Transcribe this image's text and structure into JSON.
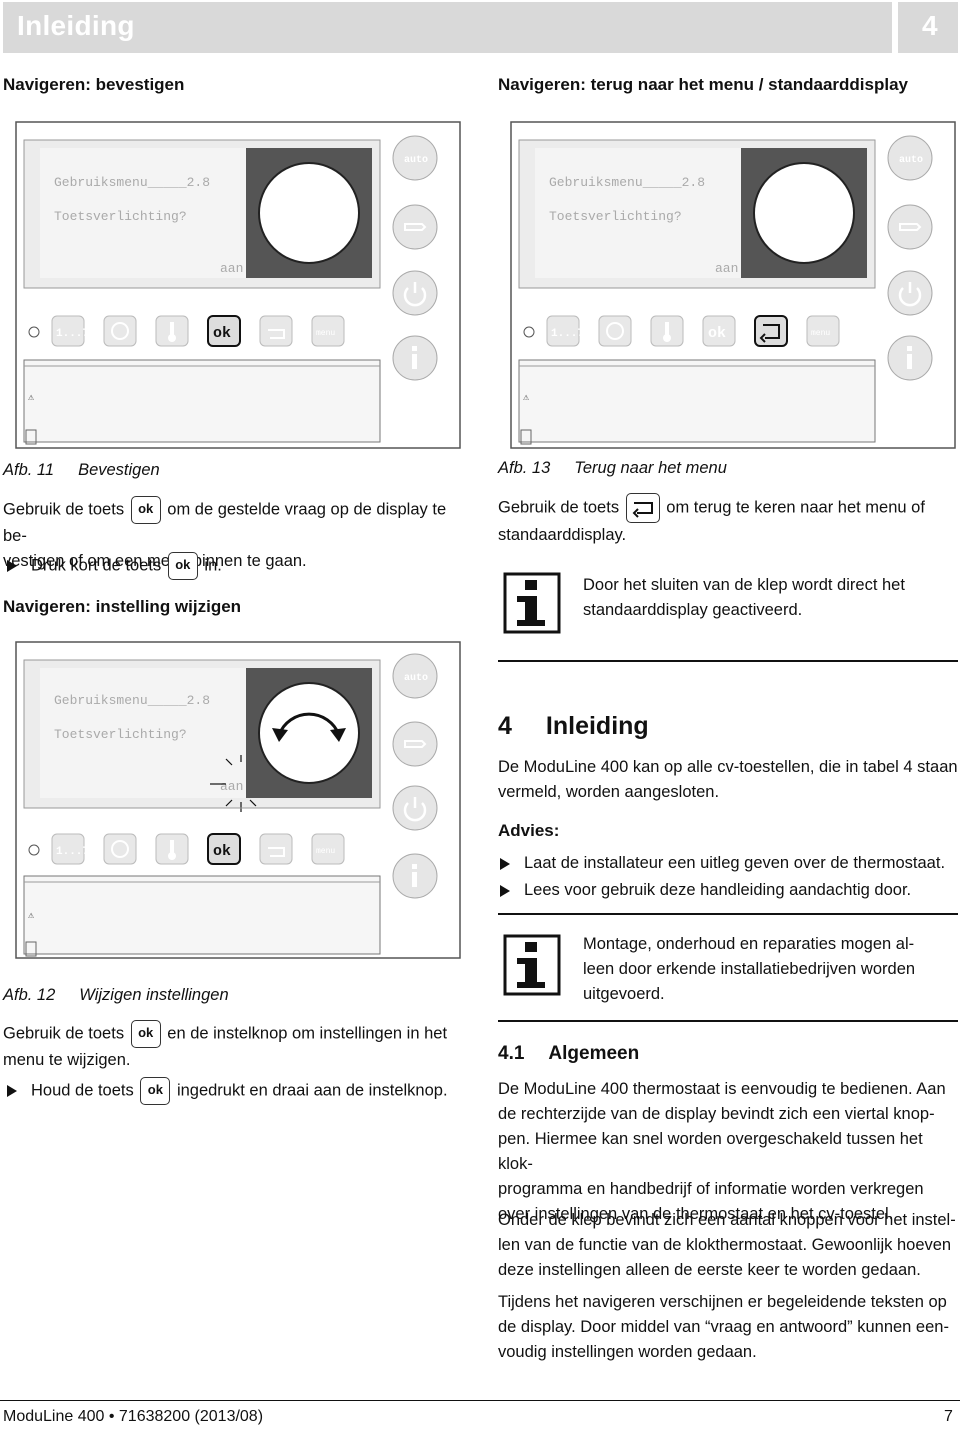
{
  "header": {
    "title": "Inleiding",
    "chapter_number": "4"
  },
  "left_top_heading": "Navigeren: bevestigen",
  "right_top_heading": "Navigeren: terug naar het menu / standaarddisplay",
  "device": {
    "line1": "Gebruiksmenu_____2.8",
    "line2": "Toetsverlichting?",
    "line3": "aan",
    "buttons": {
      "auto": "auto",
      "program": "1...7",
      "ok": "ok",
      "menu": "menu"
    }
  },
  "fig11": {
    "label": "Afb. 11",
    "title": "Bevestigen",
    "text_before": "Gebruik de toets",
    "text_after": "om de gestelde vraag op de display te be-",
    "text_line2": "vestigen of om een menu binnen te gaan.",
    "bullet_before": "Druk kort de toets",
    "bullet_after": "in."
  },
  "instelling_heading": "Navigeren: instelling wijzigen",
  "fig13": {
    "label": "Afb. 13",
    "title": "Terug naar het menu",
    "text_before": "Gebruik de toets",
    "text_after": "om terug te keren naar het menu of",
    "text_line2": "standaarddisplay.",
    "info_line1": "Door het sluiten van de klep wordt direct het",
    "info_line2": "standaarddisplay geactiveerd."
  },
  "fig12": {
    "label": "Afb. 12",
    "title": "Wijzigen instellingen",
    "text_before": "Gebruik de toets",
    "text_after": "en de instelknop om instellingen in het",
    "text_line2": "menu te wijzigen.",
    "bullet_before": "Houd de toets",
    "bullet_after": "ingedrukt en draai aan de instelknop."
  },
  "chapter": {
    "number": "4",
    "title": "Inleiding",
    "intro_l1": "De ModuLine 400 kan op alle cv-toestellen, die in tabel 4 staan",
    "intro_l2": "vermeld, worden aangesloten.",
    "advies_label": "Advies:",
    "bullet1": "Laat de installateur een uitleg geven over de thermostaat.",
    "bullet2": "Lees voor gebruik deze handleiding aandachtig door.",
    "info_l1": "Montage, onderhoud en reparaties mogen al-",
    "info_l2": "leen door erkende installatiebedrijven worden",
    "info_l3": "uitgevoerd."
  },
  "section41": {
    "number": "4.1",
    "title": "Algemeen",
    "p1": [
      "De ModuLine 400 thermostaat is eenvoudig te bedienen. Aan",
      "de rechterzijde van de display bevindt zich een viertal knop-",
      "pen. Hiermee kan snel worden overgeschakeld tussen het klok-",
      "programma en handbedrijf of informatie worden verkregen",
      "over instellingen van de thermostaat en het cv-toestel."
    ],
    "p2": [
      "Onder de klep bevindt zich een aantal knoppen voor het instel-",
      "len van de functie van de klokthermostaat. Gewoonlijk hoeven",
      "deze instellingen alleen de eerste keer te worden gedaan."
    ],
    "p3": [
      "Tijdens het navigeren verschijnen er begeleidende teksten op",
      "de display. Door middel van “vraag en antwoord” kunnen een-",
      "voudig instellingen worden gedaan."
    ]
  },
  "footer": {
    "text": "ModuLine 400 • 71638200 (2013/08)",
    "page": "7"
  }
}
